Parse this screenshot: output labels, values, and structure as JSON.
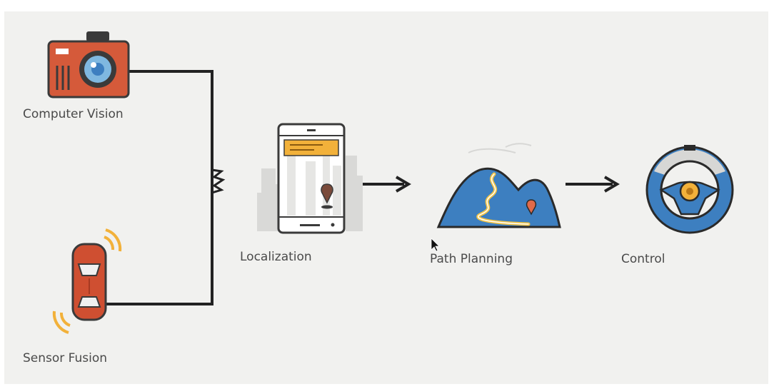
{
  "labels": {
    "computer_vision": "Computer Vision",
    "sensor_fusion": "Sensor Fusion",
    "localization": "Localization",
    "path_planning": "Path Planning",
    "control": "Control"
  },
  "colors": {
    "camera": "#d55a3a",
    "car": "#cf4f31",
    "mountain": "#3d7fc0",
    "wheel": "#3d7fc0",
    "accent_yellow": "#f2b13a",
    "line": "#222222"
  },
  "icons": {
    "camera": "camera-icon",
    "car": "car-icon",
    "phone": "smartphone-map-icon",
    "mountain": "mountain-path-icon",
    "wheel": "steering-wheel-icon"
  }
}
